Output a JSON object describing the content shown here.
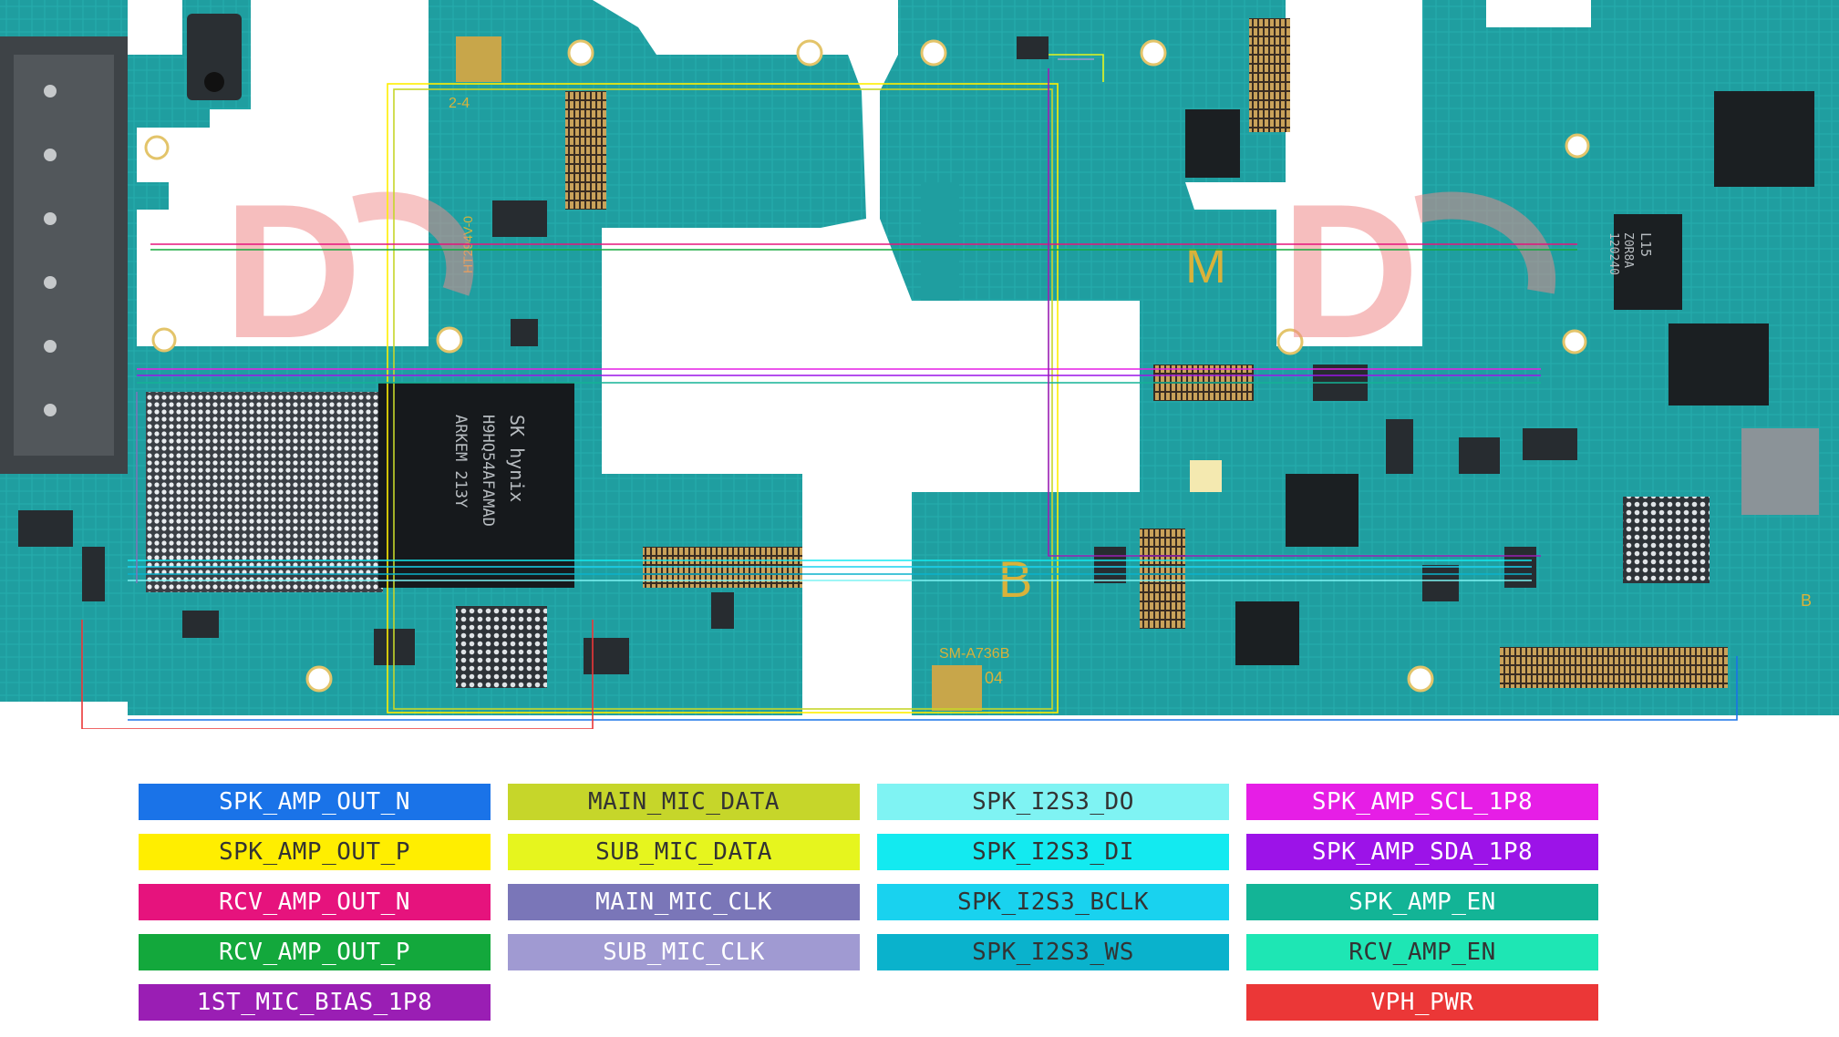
{
  "board": {
    "silkscreen": [
      "2-4",
      "M",
      "B",
      "SM-A736B",
      "04"
    ],
    "chip_markings": {
      "memory": [
        "SK hynix",
        "H9HQ54AFAMAD",
        "ARKEM 213Y"
      ],
      "flex_label": "HT294V-0",
      "pmic": [
        "L15",
        "Z0R8A",
        "120240"
      ],
      "side_label": "B"
    },
    "watermark_shapes": 2
  },
  "legend": {
    "items": [
      {
        "label": "SPK_AMP_OUT_N",
        "color": "#1a73e8",
        "text_color": "#ffffff"
      },
      {
        "label": "MAIN_MIC_DATA",
        "color": "#c6d62a",
        "text_color": "#333333"
      },
      {
        "label": "SPK_I2S3_DO",
        "color": "#7ff3f3",
        "text_color": "#333333"
      },
      {
        "label": "SPK_AMP_SCL_1P8",
        "color": "#e61ee6",
        "text_color": "#ffffff"
      },
      {
        "label": "SPK_AMP_OUT_P",
        "color": "#ffee00",
        "text_color": "#333333"
      },
      {
        "label": "SUB_MIC_DATA",
        "color": "#e6f51e",
        "text_color": "#333333"
      },
      {
        "label": "SPK_I2S3_DI",
        "color": "#13eaf0",
        "text_color": "#333333"
      },
      {
        "label": "SPK_AMP_SDA_1P8",
        "color": "#9c13e8",
        "text_color": "#ffffff"
      },
      {
        "label": "RCV_AMP_OUT_N",
        "color": "#e6137d",
        "text_color": "#ffffff"
      },
      {
        "label": "MAIN_MIC_CLK",
        "color": "#7a76b8",
        "text_color": "#ffffff"
      },
      {
        "label": "SPK_I2S3_BCLK",
        "color": "#19d2ef",
        "text_color": "#333333"
      },
      {
        "label": "SPK_AMP_EN",
        "color": "#13b496",
        "text_color": "#ffffff"
      },
      {
        "label": "RCV_AMP_OUT_P",
        "color": "#13a83c",
        "text_color": "#ffffff"
      },
      {
        "label": "SUB_MIC_CLK",
        "color": "#a09ad2",
        "text_color": "#ffffff"
      },
      {
        "label": "SPK_I2S3_WS",
        "color": "#0ab2cc",
        "text_color": "#333333"
      },
      {
        "label": "RCV_AMP_EN",
        "color": "#1ee6b4",
        "text_color": "#333333"
      },
      {
        "label": "1ST_MIC_BIAS_1P8",
        "color": "#9a1eb4",
        "text_color": "#ffffff"
      },
      {
        "label": "VPH_PWR",
        "color": "#eb3737",
        "text_color": "#ffffff"
      }
    ]
  }
}
